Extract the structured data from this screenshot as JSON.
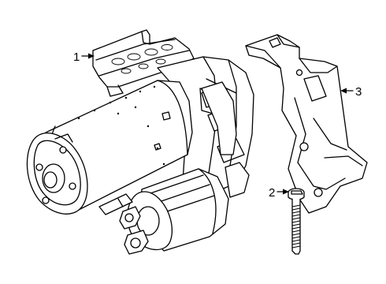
{
  "callouts": [
    {
      "id": "1",
      "label": "1",
      "part": "heat-shield"
    },
    {
      "id": "2",
      "label": "2",
      "part": "bolt"
    },
    {
      "id": "3",
      "label": "3",
      "part": "bracket"
    }
  ],
  "colors": {
    "line": "#000000",
    "background": "#ffffff"
  }
}
